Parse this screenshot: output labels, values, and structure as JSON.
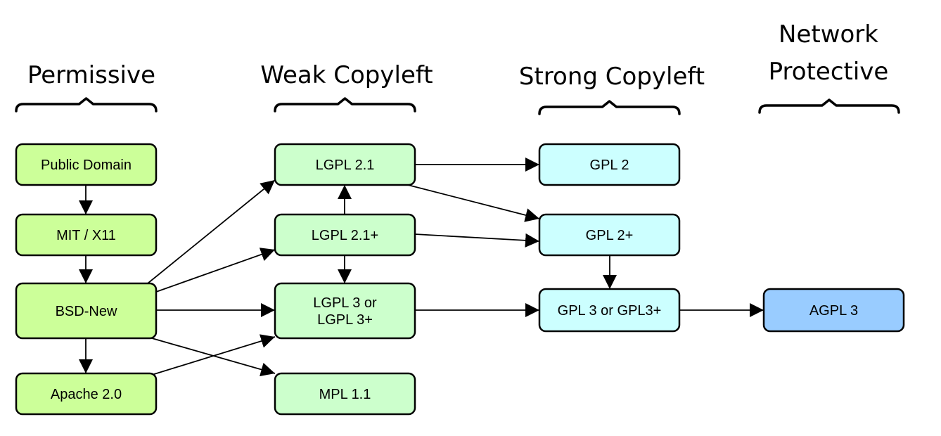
{
  "categories": [
    {
      "id": "permissive",
      "lines": [
        "Permissive"
      ]
    },
    {
      "id": "weak",
      "lines": [
        "Weak Copyleft"
      ]
    },
    {
      "id": "strong",
      "lines": [
        "Strong Copyleft"
      ]
    },
    {
      "id": "network",
      "lines": [
        "Network",
        "Protective"
      ]
    }
  ],
  "colors": {
    "permissive": "#ccff99",
    "weak": "#ccffcc",
    "strong": "#ccffff",
    "network": "#99ccff"
  },
  "nodes": [
    {
      "id": "public-domain",
      "category": "permissive",
      "lines": [
        "Public Domain"
      ]
    },
    {
      "id": "mit-x11",
      "category": "permissive",
      "lines": [
        "MIT / X11"
      ]
    },
    {
      "id": "bsd-new",
      "category": "permissive",
      "lines": [
        "BSD-New"
      ]
    },
    {
      "id": "apache-2",
      "category": "permissive",
      "lines": [
        "Apache 2.0"
      ]
    },
    {
      "id": "lgpl-21",
      "category": "weak",
      "lines": [
        "LGPL 2.1"
      ]
    },
    {
      "id": "lgpl-21-plus",
      "category": "weak",
      "lines": [
        "LGPL 2.1+"
      ]
    },
    {
      "id": "lgpl-3",
      "category": "weak",
      "lines": [
        "LGPL 3 or",
        "LGPL 3+"
      ]
    },
    {
      "id": "mpl-11",
      "category": "weak",
      "lines": [
        "MPL 1.1"
      ]
    },
    {
      "id": "gpl-2",
      "category": "strong",
      "lines": [
        "GPL 2"
      ]
    },
    {
      "id": "gpl-2-plus",
      "category": "strong",
      "lines": [
        "GPL 2+"
      ]
    },
    {
      "id": "gpl-3",
      "category": "strong",
      "lines": [
        "GPL 3 or GPL3+"
      ]
    },
    {
      "id": "agpl-3",
      "category": "network",
      "lines": [
        "AGPL 3"
      ]
    }
  ],
  "edges": [
    {
      "from": "public-domain",
      "to": "mit-x11"
    },
    {
      "from": "mit-x11",
      "to": "bsd-new"
    },
    {
      "from": "bsd-new",
      "to": "apache-2"
    },
    {
      "from": "bsd-new",
      "to": "lgpl-21"
    },
    {
      "from": "bsd-new",
      "to": "lgpl-21-plus"
    },
    {
      "from": "bsd-new",
      "to": "lgpl-3"
    },
    {
      "from": "bsd-new",
      "to": "mpl-11"
    },
    {
      "from": "apache-2",
      "to": "lgpl-3"
    },
    {
      "from": "lgpl-21-plus",
      "to": "lgpl-21"
    },
    {
      "from": "lgpl-21-plus",
      "to": "lgpl-3"
    },
    {
      "from": "lgpl-21",
      "to": "gpl-2"
    },
    {
      "from": "lgpl-21",
      "to": "gpl-2-plus"
    },
    {
      "from": "lgpl-21-plus",
      "to": "gpl-2-plus"
    },
    {
      "from": "gpl-2-plus",
      "to": "gpl-3"
    },
    {
      "from": "lgpl-3",
      "to": "gpl-3"
    },
    {
      "from": "gpl-3",
      "to": "agpl-3"
    }
  ]
}
